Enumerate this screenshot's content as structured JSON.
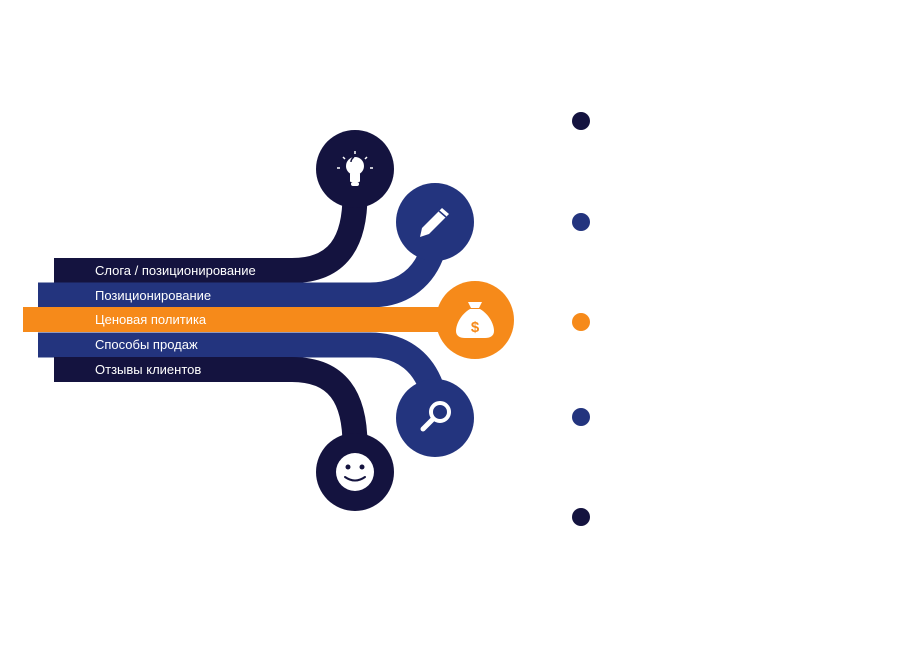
{
  "colors": {
    "dark": "#14133f",
    "blue": "#23347e",
    "orange": "#f68a1a",
    "white": "#ffffff"
  },
  "branches": [
    {
      "label": "Слога / позиционирование",
      "icon": "lightbulb-icon",
      "color": "#14133f"
    },
    {
      "label": "Позиционирование",
      "icon": "pencil-icon",
      "color": "#23347e"
    },
    {
      "label": "Ценовая политика",
      "icon": "money-bag-icon",
      "color": "#f68a1a",
      "icon_text": "$"
    },
    {
      "label": "Способы продаж",
      "icon": "search-icon",
      "color": "#23347e"
    },
    {
      "label": "Отзывы клиентов",
      "icon": "smile-icon",
      "color": "#14133f"
    }
  ]
}
